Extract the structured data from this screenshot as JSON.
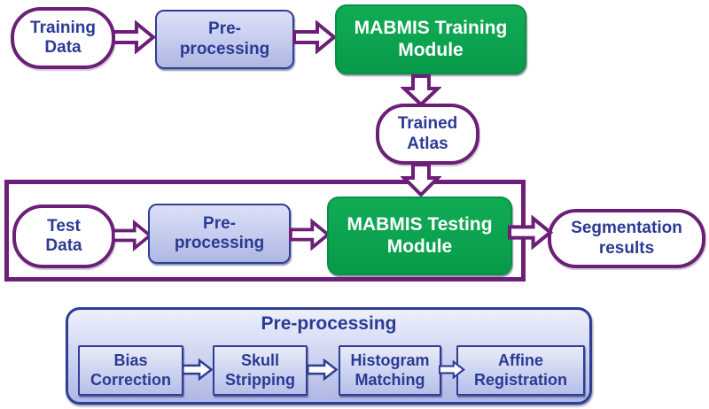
{
  "colors": {
    "background": "#ffffff",
    "purple": "#6d1e78",
    "text-blue": "#2b3a94",
    "box-border-blue": "#2e3e94",
    "green-fill": "#0ca24f",
    "green-border": "#0a8f46",
    "lavender-top": "#dce0f6",
    "lavender-bottom": "#aeb7e4"
  },
  "nodes": {
    "training_data": "Training\nData",
    "preprocessing_training": "Pre-\nprocessing",
    "training_module": "MABMIS Training\nModule",
    "trained_atlas": "Trained\nAtlas",
    "test_data": "Test\nData",
    "preprocessing_testing": "Pre-\nprocessing",
    "testing_module": "MABMIS Testing\nModule",
    "segmentation_results": "Segmentation\nresults"
  },
  "preprocessing_detail": {
    "title": "Pre-processing",
    "steps": [
      "Bias\nCorrection",
      "Skull\nStripping",
      "Histogram\nMatching",
      "Affine\nRegistration"
    ]
  }
}
